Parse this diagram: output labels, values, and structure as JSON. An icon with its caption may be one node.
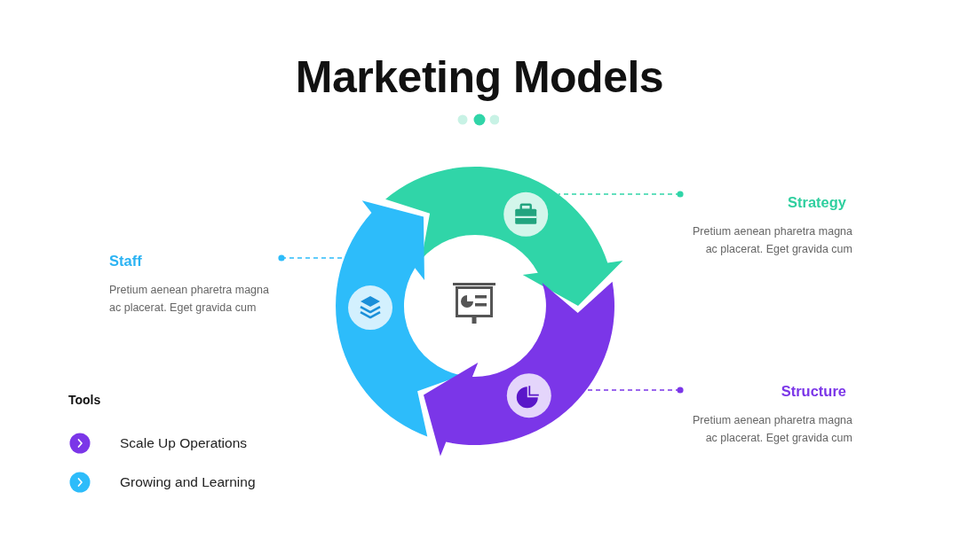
{
  "diagram": {
    "title": "Marketing Models",
    "nodes": [
      {
        "text": [
          "Strategy",
          "Pretium aenean pharetra magna ac placerat. Eget gravida cum"
        ]
      },
      {
        "text": [],
        "shape": "arrow"
      },
      {
        "text": [
          "Staff",
          "Pretium aenean pharetra magna ac placerat. Eget gravida cum"
        ]
      },
      {
        "text": [],
        "shape": "arrow"
      },
      {
        "text": [],
        "shape": "arrow"
      },
      {
        "text": [
          "Structure",
          "Pretium aenean pharetra magna ac placerat. Eget gravida cum"
        ]
      }
    ],
    "edges": [
      {
        "from": 0,
        "to": 1,
        "arrow": "other",
        "style": "dashed",
        "color": "#30d5a8"
      },
      {
        "from": 2,
        "to": 3,
        "arrow": "other",
        "style": "dashed",
        "color": "#2dbcfa"
      },
      {
        "from": 5,
        "to": 4,
        "arrow": "other",
        "style": "dashed",
        "color": "#7b36e8"
      },
      {
        "from": 3,
        "to": 4,
        "arrow": "to",
        "style": "thick",
        "color": "#30d5a8"
      },
      {
        "from": 4,
        "to": 1,
        "arrow": "to",
        "style": "thick",
        "color": "#2dbcfa"
      },
      {
        "from": 1,
        "to": 3,
        "arrow": "to",
        "style": "thick",
        "color": "#7b36e8"
      }
    ],
    "labels": [
      "Tools"
    ],
    "legend": [
      {
        "text": "Scale Up Operations",
        "color": "#7b36e8"
      },
      {
        "text": "Growing and Learning",
        "color": "#2dbcfa"
      }
    ]
  }
}
